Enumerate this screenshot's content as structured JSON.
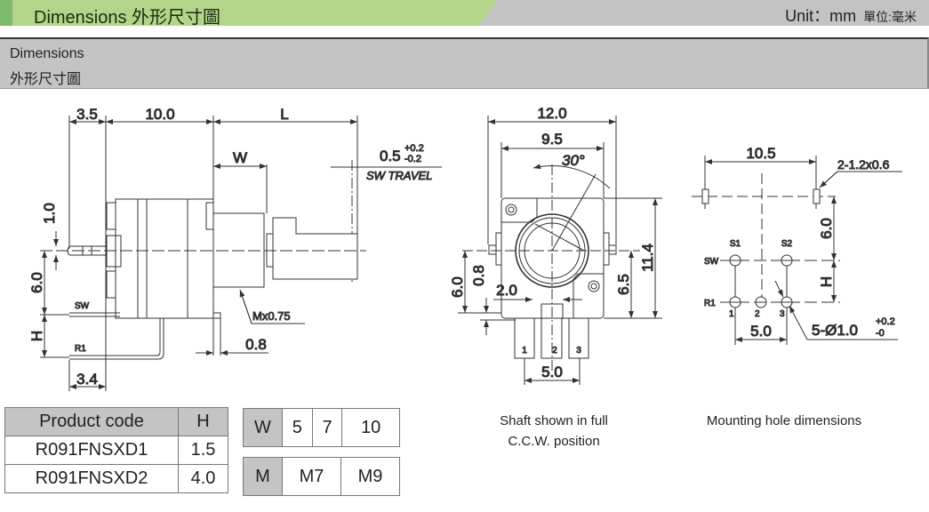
{
  "header": {
    "title": "Dimensions  外形尺寸圖",
    "unit": "Unit：mm",
    "unit_cn": "單位:毫米"
  },
  "section": {
    "title_en": "Dimensions",
    "title_cn": "外形尺寸圖"
  },
  "side_view": {
    "dim_3_5": "3.5",
    "dim_10_0": "10.0",
    "dim_L": "L",
    "dim_W": "W",
    "dim_travel": "0.5",
    "travel_tol_plus": "+0.2",
    "travel_tol_minus": "-0.2",
    "sw_travel": "SW TRAVEL",
    "dim_1_0": "1.0",
    "dim_6_0": "6.0",
    "dim_H": "H",
    "pin_sw": "SW",
    "pin_r1": "R1",
    "thread": "Mx0.75",
    "dim_0_8": "0.8",
    "dim_3_4": "3.4"
  },
  "front_view": {
    "dim_12_0": "12.0",
    "dim_9_5": "9.5",
    "angle": "30°",
    "dim_11_4": "11.4",
    "dim_6_5": "6.5",
    "dim_6_0": "6.0",
    "dim_0_8": "0.8",
    "dim_2_0": "2.0",
    "dim_5_0": "5.0",
    "pins": [
      "1",
      "2",
      "3"
    ],
    "caption_line1": "Shaft shown in full",
    "caption_line2": "C.C.W. position"
  },
  "mounting": {
    "dim_10_5": "10.5",
    "slot": "2-1.2x0.6",
    "dim_6_0": "6.0",
    "dim_H": "H",
    "s1": "S1",
    "s2": "S2",
    "sw": "SW",
    "r1": "R1",
    "pins": [
      "1",
      "2",
      "3"
    ],
    "dim_5_0": "5.0",
    "hole": "5-Ø1.0",
    "hole_tol_plus": "+0.2",
    "hole_tol_minus": "-0",
    "caption": "Mounting hole dimensions"
  },
  "product_table": {
    "headers": [
      "Product code",
      "H"
    ],
    "rows": [
      [
        "R091FNSXD1",
        "1.5"
      ],
      [
        "R091FNSXD2",
        "4.0"
      ]
    ]
  },
  "w_table": {
    "label": "W",
    "values": [
      "5",
      "7",
      "10"
    ]
  },
  "m_table": {
    "label": "M",
    "values": [
      "M7",
      "M9"
    ]
  }
}
